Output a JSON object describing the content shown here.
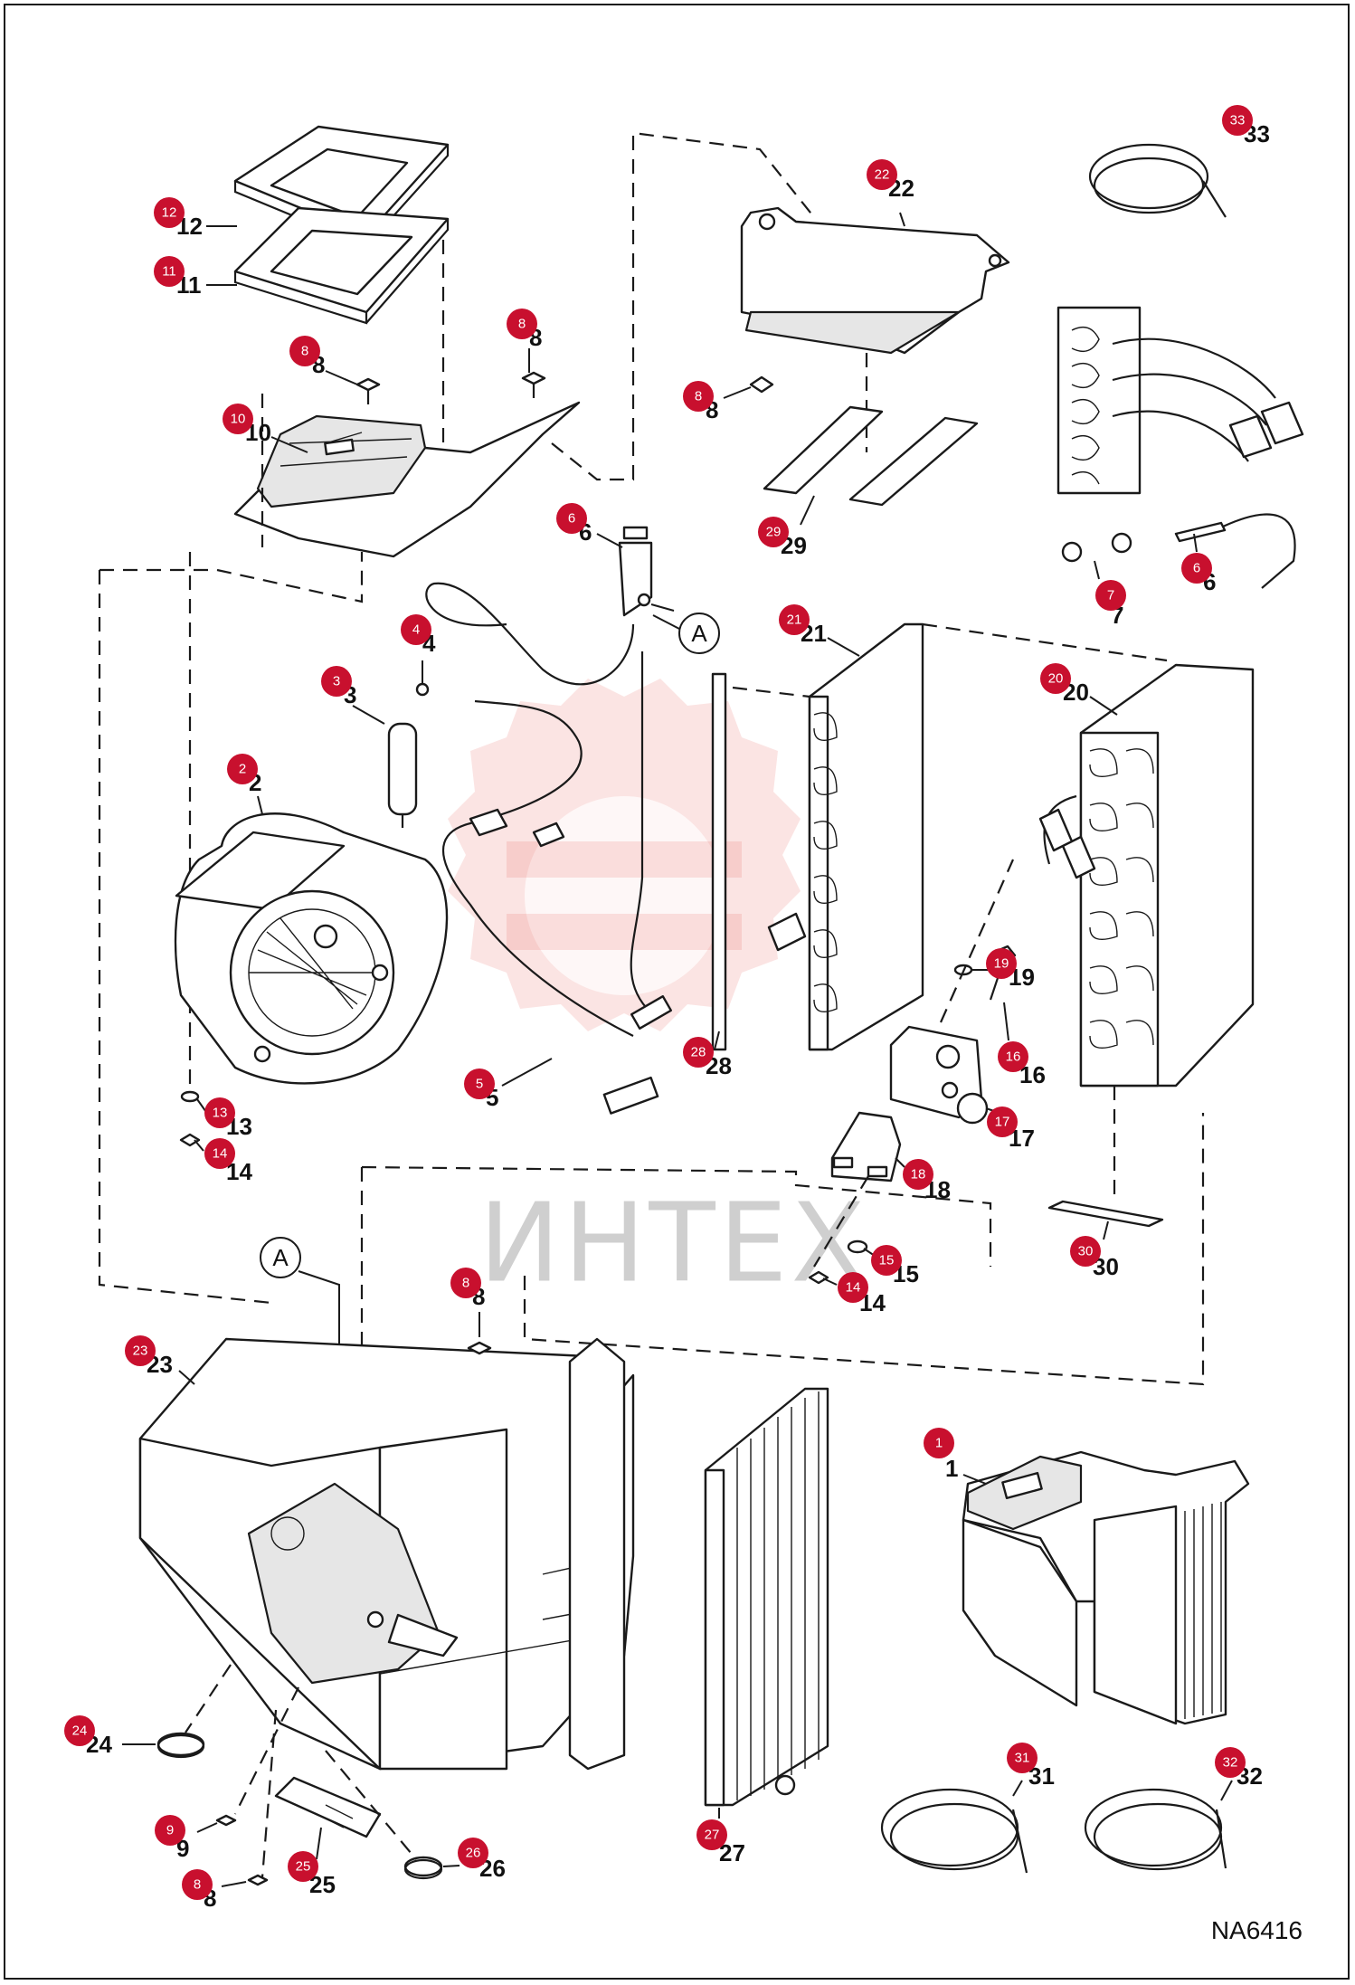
{
  "drawing_code": "NA6416",
  "watermark_text": "ИНТЕХ",
  "reference_label": "A",
  "colors": {
    "badge": "#c8102e",
    "line": "#1a1a1a",
    "watermark": "#e8574f"
  },
  "callouts": [
    {
      "id": "c33",
      "number": "33"
    },
    {
      "id": "c22",
      "number": "22"
    },
    {
      "id": "c12",
      "number": "12"
    },
    {
      "id": "c11",
      "number": "11"
    },
    {
      "id": "c8a",
      "number": "8"
    },
    {
      "id": "c8b",
      "number": "8"
    },
    {
      "id": "c8c",
      "number": "8"
    },
    {
      "id": "c10",
      "number": "10"
    },
    {
      "id": "c29",
      "number": "29"
    },
    {
      "id": "c6a",
      "number": "6"
    },
    {
      "id": "c7",
      "number": "7"
    },
    {
      "id": "c6b",
      "number": "6"
    },
    {
      "id": "c4",
      "number": "4"
    },
    {
      "id": "c21",
      "number": "21"
    },
    {
      "id": "c20",
      "number": "20"
    },
    {
      "id": "c3",
      "number": "3"
    },
    {
      "id": "c2",
      "number": "2"
    },
    {
      "id": "c19",
      "number": "19"
    },
    {
      "id": "c16",
      "number": "16"
    },
    {
      "id": "c28",
      "number": "28"
    },
    {
      "id": "c5",
      "number": "5"
    },
    {
      "id": "c17",
      "number": "17"
    },
    {
      "id": "c13",
      "number": "13"
    },
    {
      "id": "c14a",
      "number": "14"
    },
    {
      "id": "c18",
      "number": "18"
    },
    {
      "id": "c30",
      "number": "30"
    },
    {
      "id": "c15",
      "number": "15"
    },
    {
      "id": "c14b",
      "number": "14"
    },
    {
      "id": "c8d",
      "number": "8"
    },
    {
      "id": "c23",
      "number": "23"
    },
    {
      "id": "c1",
      "number": "1"
    },
    {
      "id": "c24",
      "number": "24"
    },
    {
      "id": "c31",
      "number": "31"
    },
    {
      "id": "c32",
      "number": "32"
    },
    {
      "id": "c9",
      "number": "9"
    },
    {
      "id": "c26",
      "number": "26"
    },
    {
      "id": "c27",
      "number": "27"
    },
    {
      "id": "c25",
      "number": "25"
    },
    {
      "id": "c8e",
      "number": "8"
    }
  ]
}
